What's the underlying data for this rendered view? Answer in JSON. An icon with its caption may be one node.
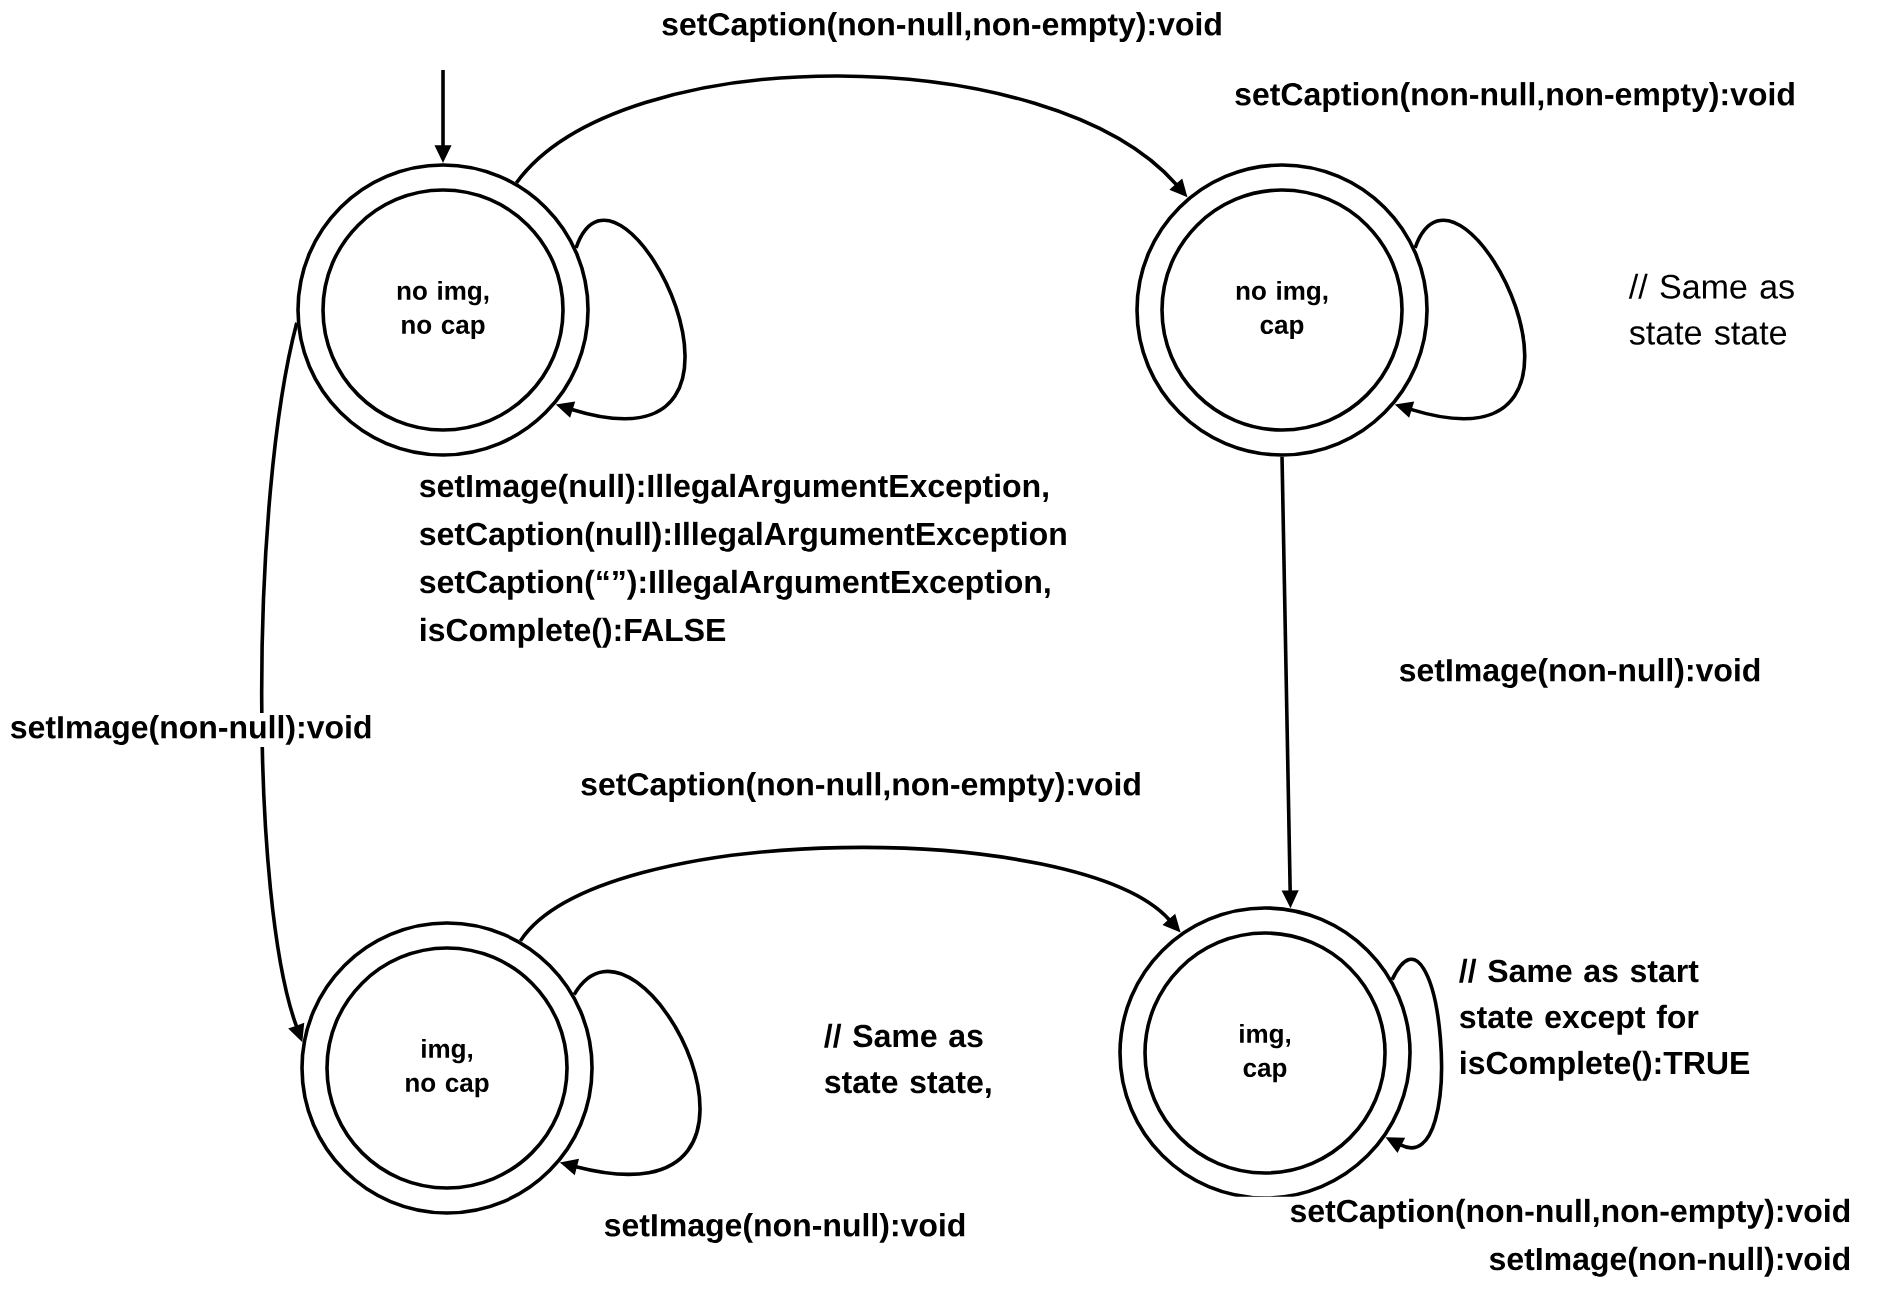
{
  "diagram": {
    "nodes": [
      {
        "text": [
          "no img, no cap"
        ]
      },
      {
        "text": [
          "no img, cap"
        ]
      },
      {
        "text": [
          "img, no cap"
        ]
      },
      {
        "text": [
          "img, cap"
        ]
      }
    ],
    "edges": [
      {
        "from": null,
        "to": 0,
        "arrow": "to"
      },
      {
        "from": 0,
        "to": 1,
        "arrow": "to",
        "label": "setCaption(non-null,non-empty):void"
      },
      {
        "from": 0,
        "to": 0,
        "arrow": "to",
        "label": "setImage(null):IllegalArgumentException, setCaption(null):IllegalArgumentException setCaption(“”):IllegalArgumentException, isComplete():FALSE"
      },
      {
        "from": 1,
        "to": 1,
        "arrow": "to",
        "label": "setCaption(non-null,non-empty):void"
      },
      {
        "from": 1,
        "to": 3,
        "arrow": "to",
        "label": "setImage(non-null):void"
      },
      {
        "from": 0,
        "to": 2,
        "arrow": "to",
        "label": "setImage(non-null):void"
      },
      {
        "from": 2,
        "to": 3,
        "arrow": "to",
        "label": "setCaption(non-null,non-empty):void"
      },
      {
        "from": 2,
        "to": 2,
        "arrow": "to",
        "label": "setImage(non-null):void"
      },
      {
        "from": 3,
        "to": 3,
        "arrow": "to",
        "label": "setCaption(non-null,non-empty):void setImage(non-null):void"
      }
    ],
    "labels": [
      "// Same as state state",
      "// Same as state state,",
      "// Same as start state except for isComplete():TRUE"
    ]
  }
}
